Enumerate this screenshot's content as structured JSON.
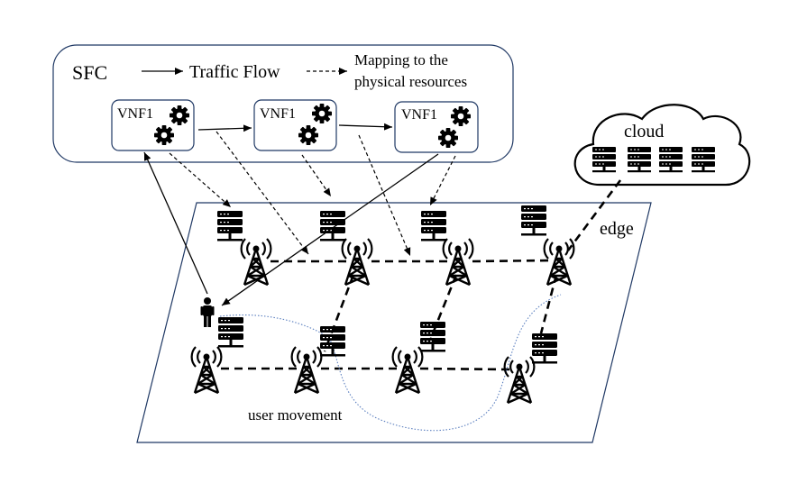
{
  "sfc": {
    "label": "SFC",
    "legend_solid": "Traffic Flow",
    "legend_dashed_line1": "Mapping to the",
    "legend_dashed_line2": "physical resources",
    "vnfs": [
      "VNF1",
      "VNF1",
      "VNF1"
    ]
  },
  "cloud": {
    "label": "cloud"
  },
  "edge": {
    "label": "edge"
  },
  "user": {
    "label": "user movement"
  }
}
